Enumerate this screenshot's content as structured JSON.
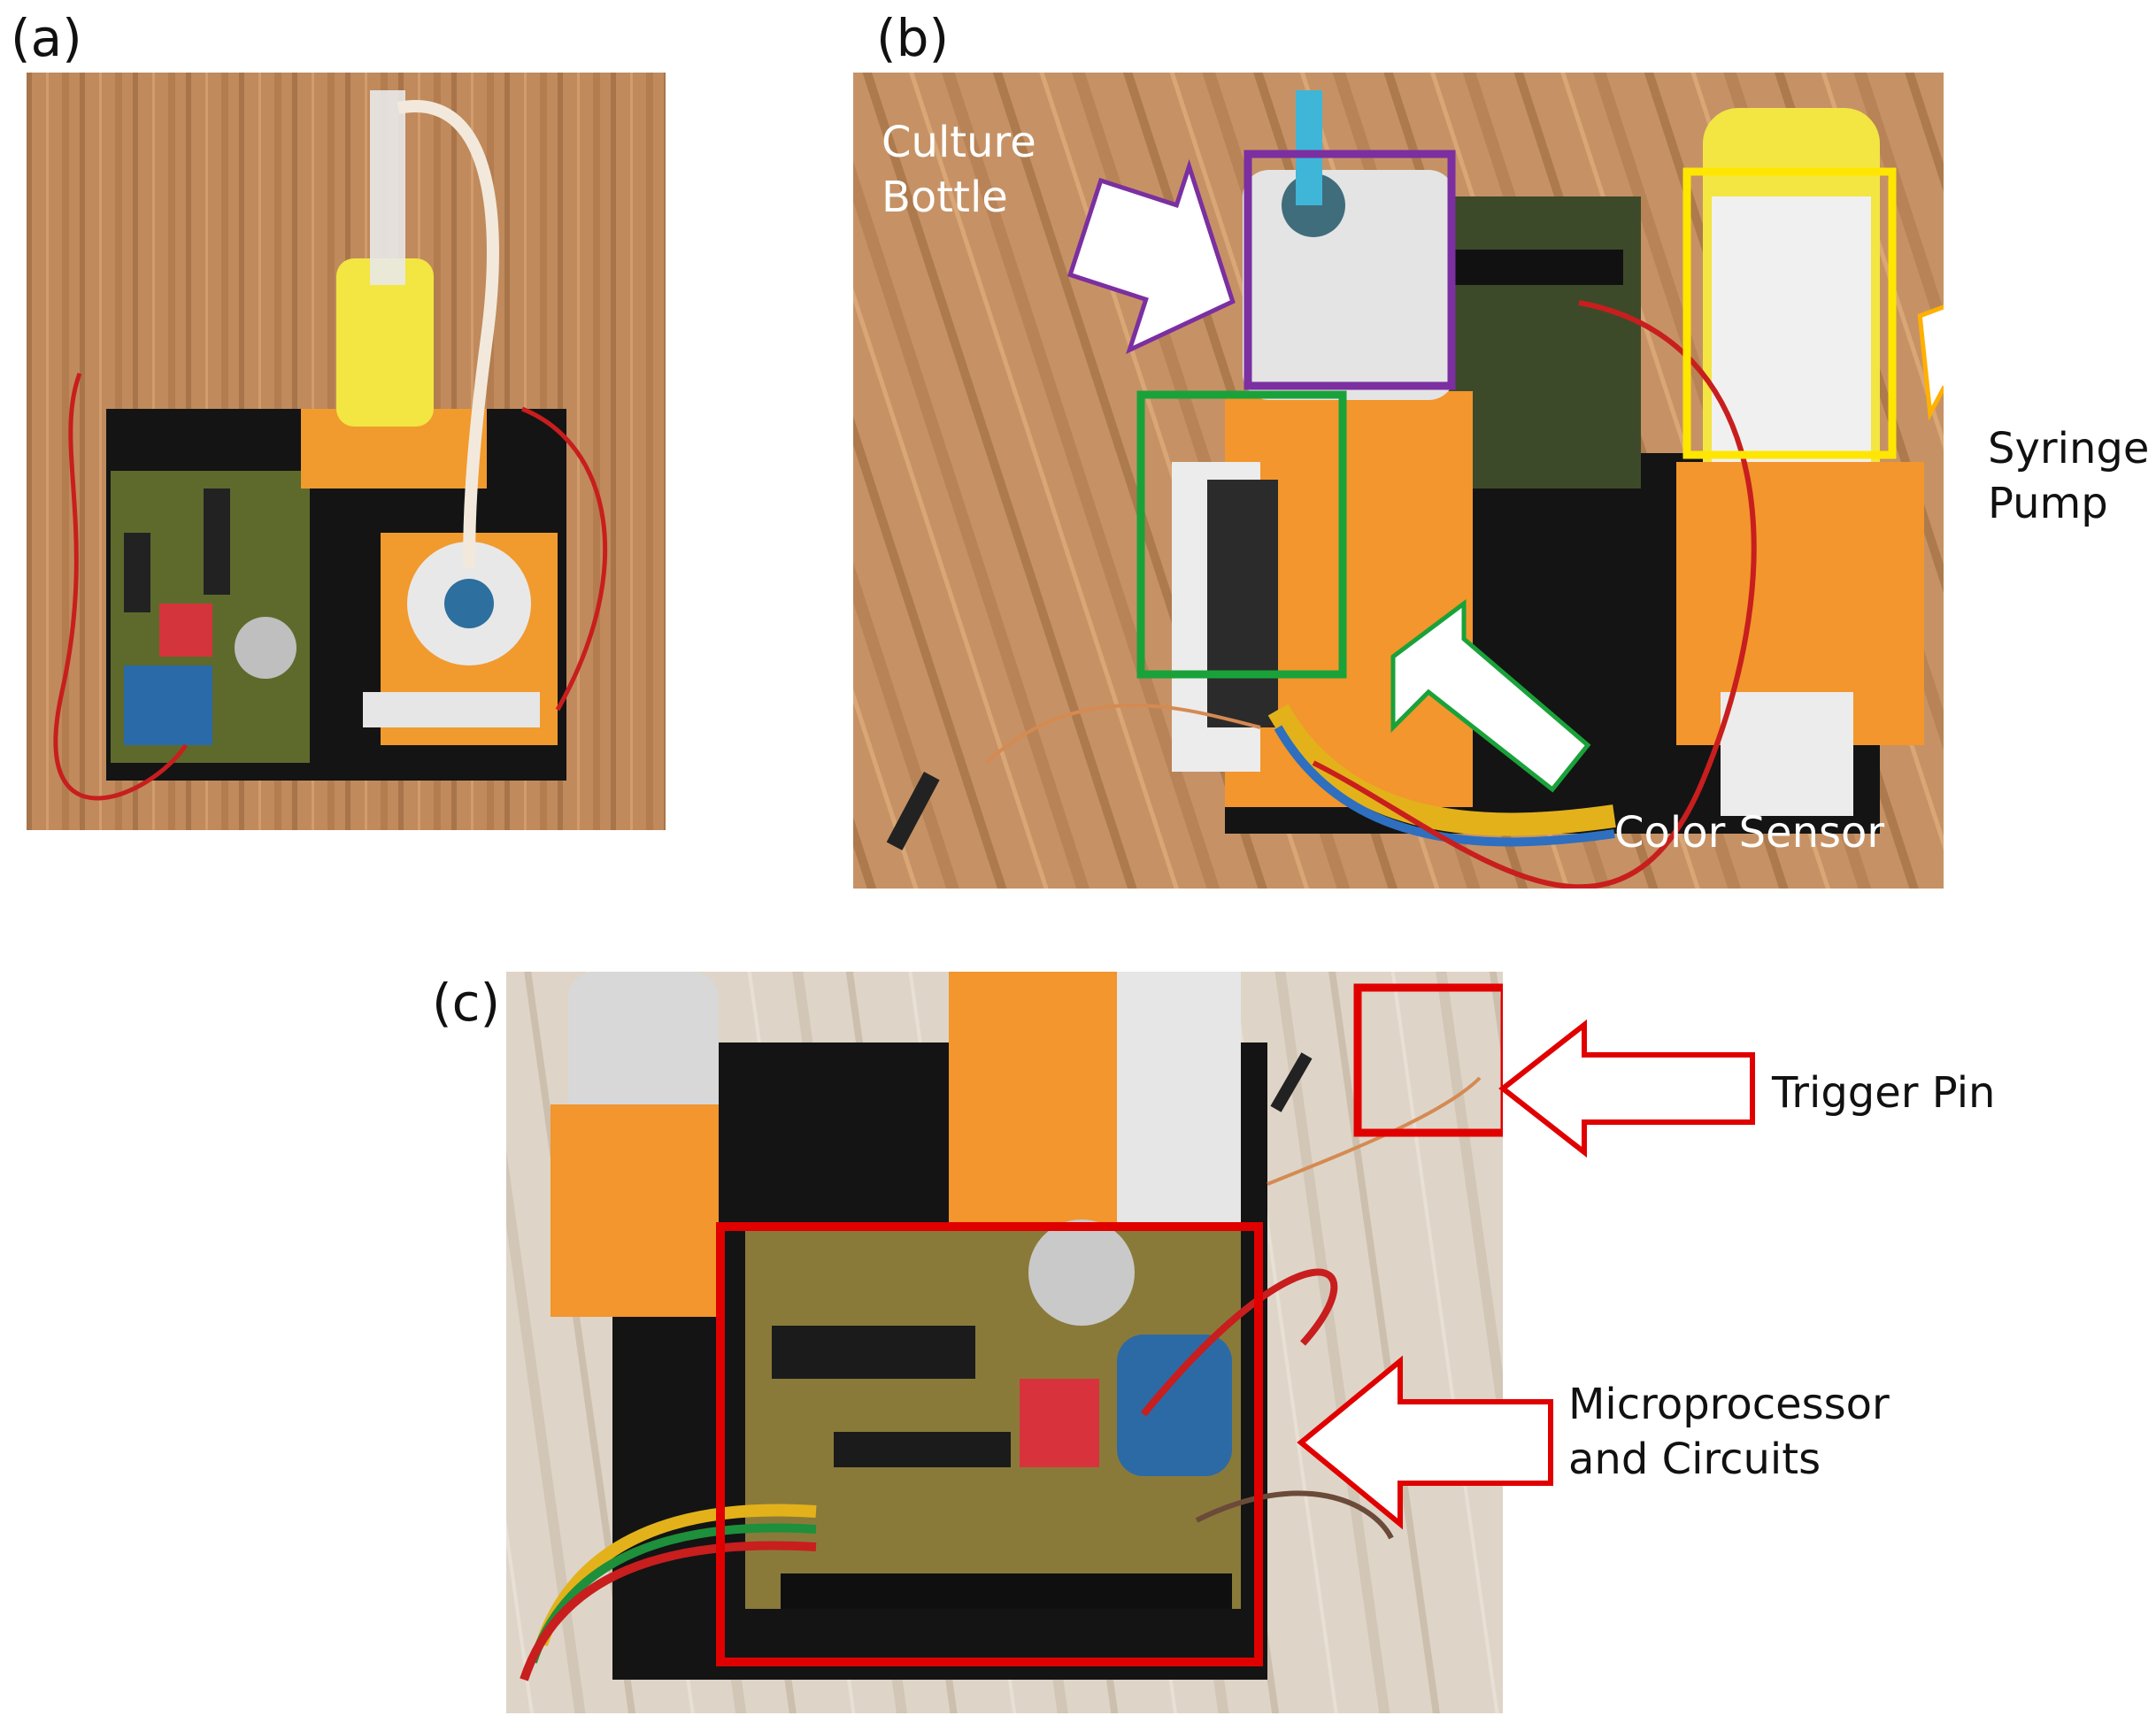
{
  "panels": {
    "a": {
      "label": "(a)"
    },
    "b": {
      "label": "(b)",
      "callouts": {
        "culture_bottle": [
          "Culture",
          "Bottle"
        ],
        "syringe_pump": [
          "Syringe",
          "Pump"
        ],
        "color_sensor": "Color Sensor"
      },
      "colors": {
        "culture_bottle_box": "#7b2fa0",
        "syringe_pump_box": "#ffe600",
        "syringe_pump_arrow": "#ffb000",
        "color_sensor_box": "#1aa23a"
      }
    },
    "c": {
      "label": "(c)",
      "callouts": {
        "trigger_pin": "Trigger Pin",
        "microprocessor": [
          "Microprocessor",
          "and Circuits"
        ]
      },
      "colors": {
        "highlight_box": "#e00000"
      }
    }
  }
}
